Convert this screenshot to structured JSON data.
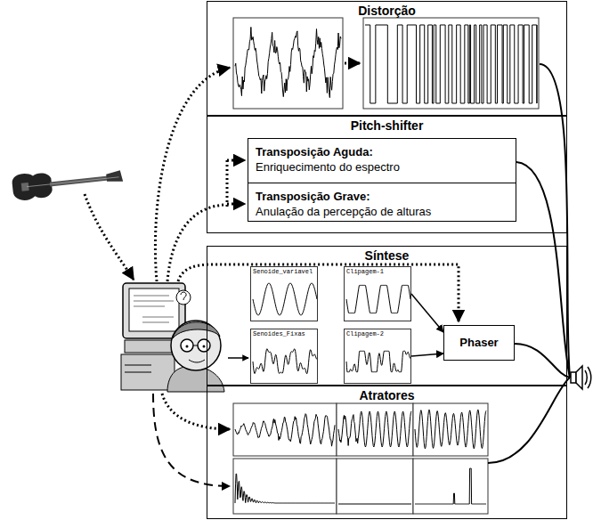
{
  "diagram": {
    "nodes": [
      {
        "text": [
          "Distorção"
        ]
      },
      {
        "text": [
          "Pitch-shifter"
        ]
      },
      {
        "text": [
          "Transposição Aguda:",
          "Enriquecimento do espectro"
        ],
        "in": 1
      },
      {
        "text": [
          "Transposição Grave:",
          "Anulação da percepção de alturas"
        ],
        "in": 1
      },
      {
        "text": [
          "Síntese"
        ]
      },
      {
        "text": [
          "Senoide_variavel"
        ],
        "in": 4
      },
      {
        "text": [
          "Clipagem-1"
        ],
        "in": 4
      },
      {
        "text": [
          "Senoides_Fixas"
        ],
        "in": 4
      },
      {
        "text": [
          "Clipagem-2"
        ],
        "in": 4
      },
      {
        "text": [
          "Phaser"
        ],
        "in": 4
      },
      {
        "text": [
          "Atratores"
        ]
      }
    ],
    "edges": [
      {
        "from": 6,
        "to": 9,
        "arrow": "to"
      },
      {
        "from": 8,
        "to": 9,
        "arrow": "to"
      }
    ]
  }
}
